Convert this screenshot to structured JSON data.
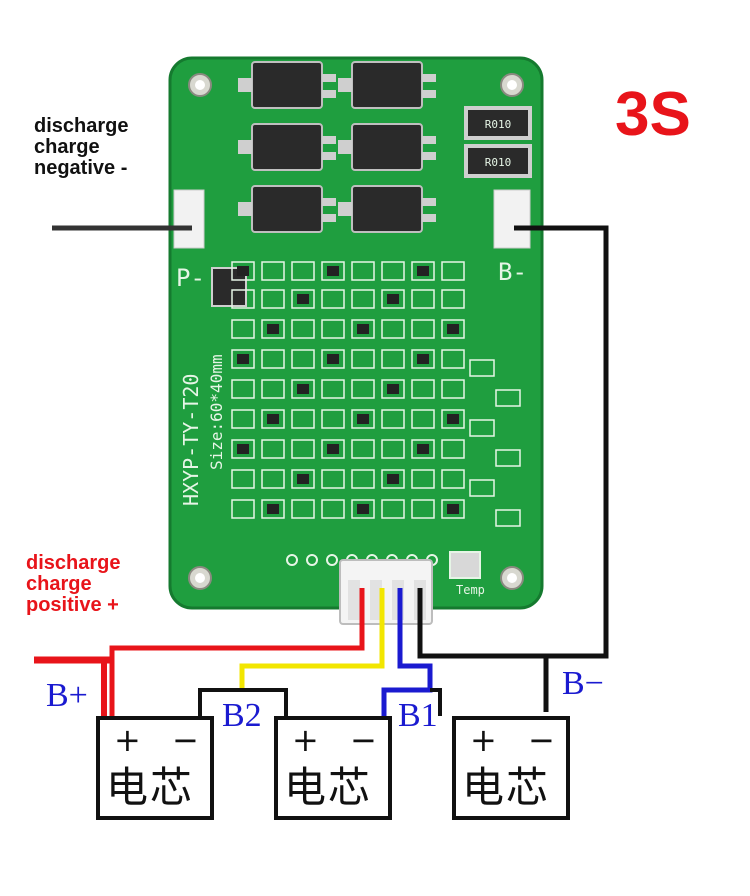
{
  "badge": "3S",
  "labels": {
    "negative": [
      "discharge",
      "charge",
      "negative -"
    ],
    "positive": [
      "discharge",
      "charge",
      "positive +"
    ]
  },
  "board": {
    "pad_p": "P-",
    "pad_b": "B-",
    "model": "HXYP-TY-T20",
    "size": "Size:60*40mm",
    "temp": "Temp",
    "res1": "R010",
    "res2": "R010"
  },
  "terminals": {
    "bplus": "B+",
    "b2": "B2",
    "b1": "B1",
    "bminus": "B−"
  },
  "cells": [
    {
      "plus": "+",
      "minus": "−",
      "name": "电芯"
    },
    {
      "plus": "+",
      "minus": "−",
      "name": "电芯"
    },
    {
      "plus": "+",
      "minus": "−",
      "name": "电芯"
    }
  ],
  "colors": {
    "board": "#1f9e3f",
    "board_dark": "#157a2f",
    "wire_red": "#e8141a",
    "wire_yellow": "#f2e600",
    "wire_blue": "#1a1ad0",
    "wire_black": "#111111"
  }
}
